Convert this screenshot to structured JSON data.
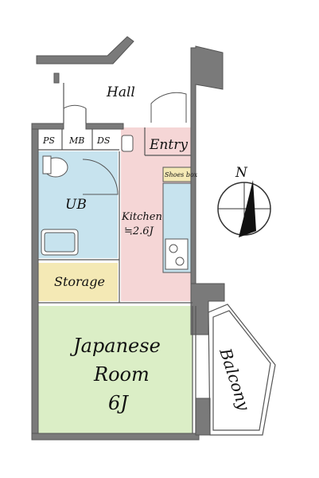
{
  "rooms": {
    "hall": "Hall",
    "entry": "Entry",
    "ub": "UB",
    "kitchen": "Kitchen",
    "kitchen_size": "≒2.6J",
    "storage": "Storage",
    "room_line1": "Japanese",
    "room_line2": "Room",
    "room_line3": "6J",
    "balcony": "Balcony",
    "shoes_box": "Shoes box"
  },
  "shafts": {
    "ps": "PS",
    "mb": "MB",
    "ds": "DS"
  },
  "compass": {
    "north": "N"
  },
  "colors": {
    "bath": "#c7e3ee",
    "kitchen": "#f5d6d6",
    "storage": "#f4e9b5",
    "room": "#dbeec6",
    "wall": "#7a7a7a",
    "shoes_box": "#f4e9b5"
  }
}
